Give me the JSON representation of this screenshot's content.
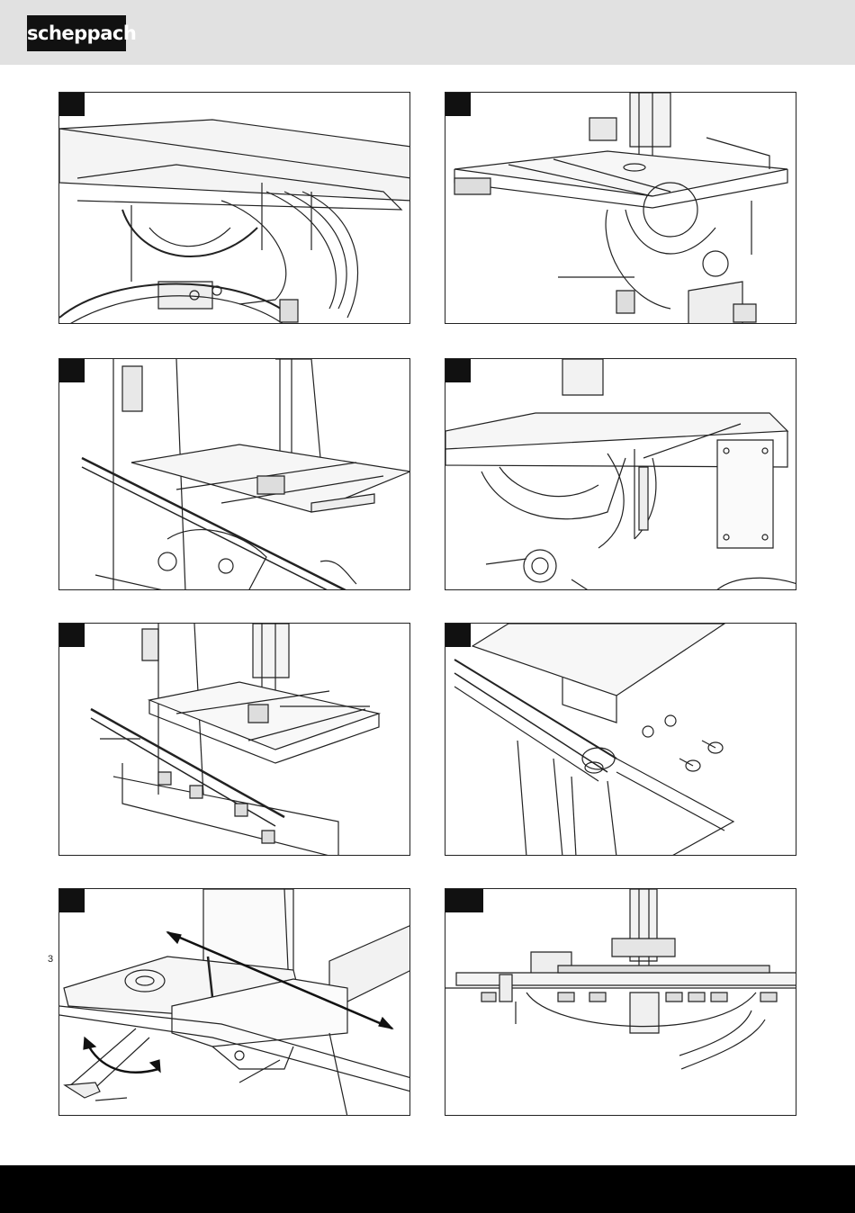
{
  "brand": {
    "logo_text": "scheppach"
  },
  "figures": [
    {
      "id": "fig-1",
      "label": ""
    },
    {
      "id": "fig-2",
      "label": ""
    },
    {
      "id": "fig-3",
      "label": ""
    },
    {
      "id": "fig-4",
      "label": ""
    },
    {
      "id": "fig-5",
      "label": ""
    },
    {
      "id": "fig-6",
      "label": ""
    },
    {
      "id": "fig-7",
      "label": ""
    },
    {
      "id": "fig-8",
      "label": ""
    }
  ],
  "stray_text": "3"
}
